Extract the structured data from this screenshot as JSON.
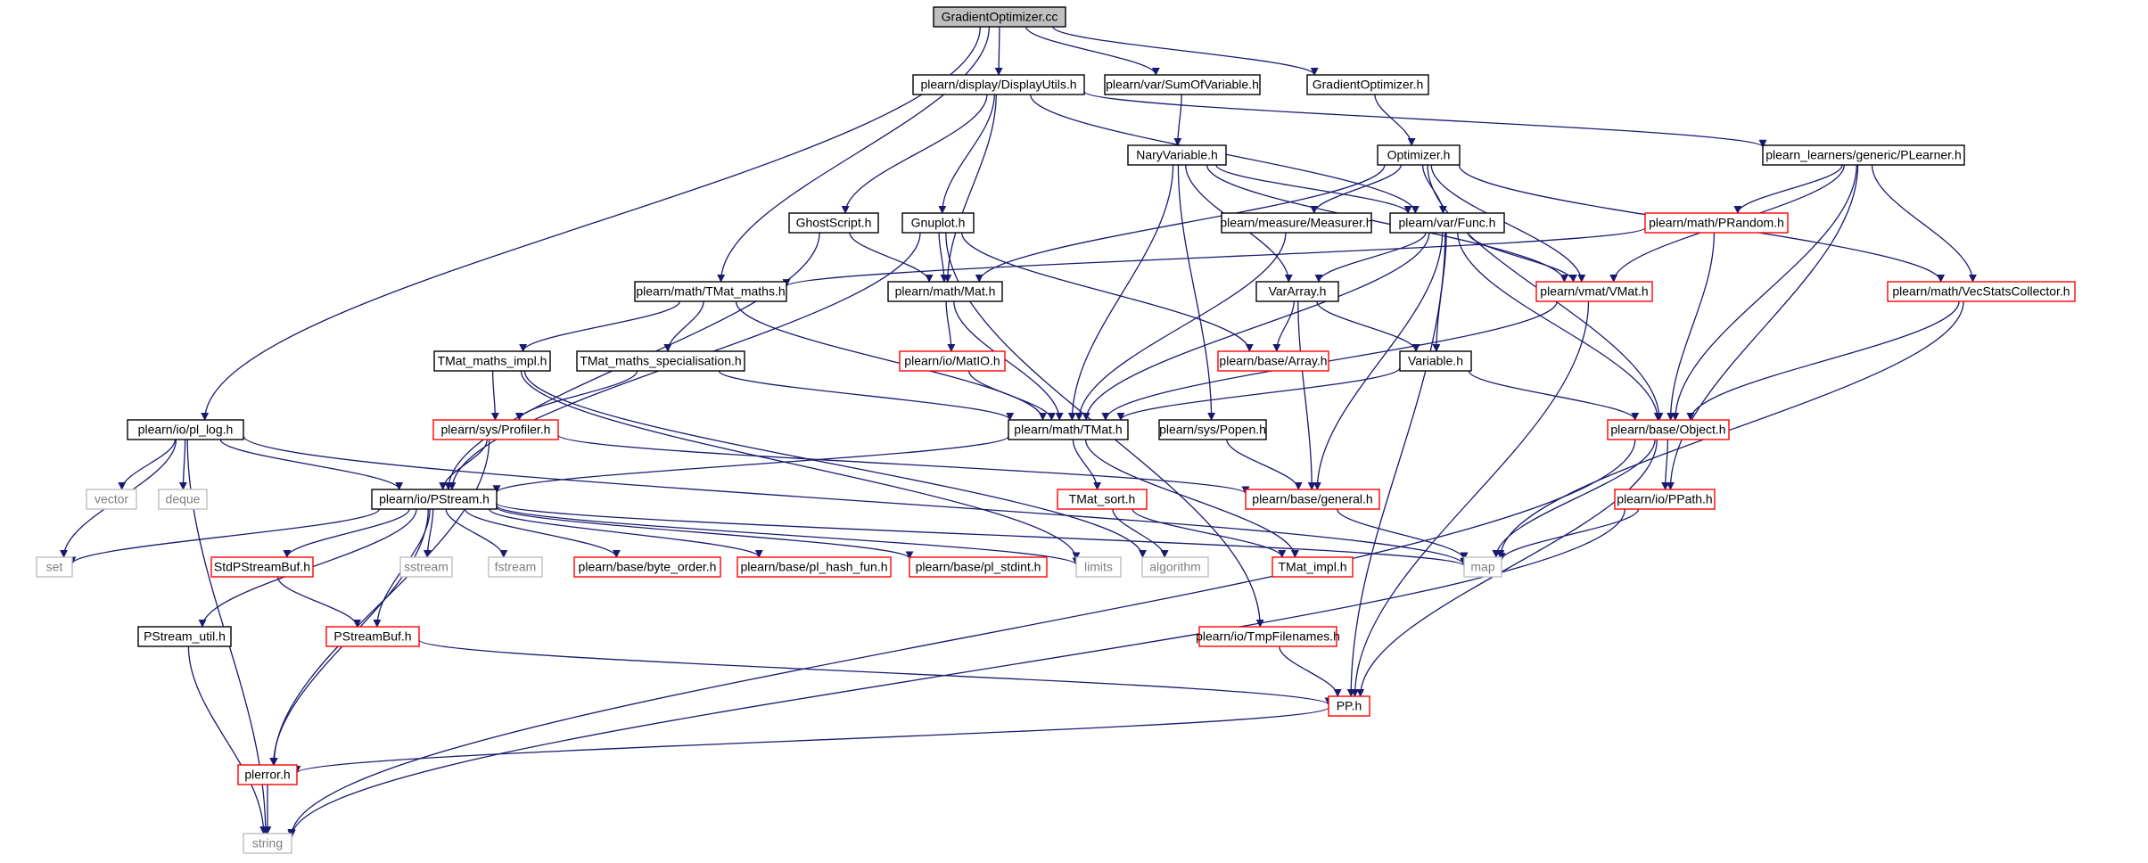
{
  "graph": {
    "colors": {
      "edge": "#191970",
      "normal_border": "#000000",
      "root_fill": "#bfbfbf",
      "truncated_border": "#ff0000",
      "system_border": "#bfbfbf",
      "system_text": "#7f7f7f",
      "text": "#000000"
    },
    "nodes": [
      {
        "id": "gradopt_cc",
        "label": "GradientOptimizer.cc",
        "kind": "root"
      },
      {
        "id": "displayutils",
        "label": "plearn/display/DisplayUtils.h",
        "kind": "normal"
      },
      {
        "id": "sumofvariable",
        "label": "plearn/var/SumOfVariable.h",
        "kind": "normal"
      },
      {
        "id": "gradopt_h",
        "label": "GradientOptimizer.h",
        "kind": "normal"
      },
      {
        "id": "naryvariable",
        "label": "NaryVariable.h",
        "kind": "normal"
      },
      {
        "id": "optimizer",
        "label": "Optimizer.h",
        "kind": "normal"
      },
      {
        "id": "plearner",
        "label": "plearn_learners/generic/PLearner.h",
        "kind": "normal"
      },
      {
        "id": "ghostscript",
        "label": "GhostScript.h",
        "kind": "normal"
      },
      {
        "id": "gnuplot",
        "label": "Gnuplot.h",
        "kind": "normal"
      },
      {
        "id": "measurer",
        "label": "plearn/measure/Measurer.h",
        "kind": "normal"
      },
      {
        "id": "func",
        "label": "plearn/var/Func.h",
        "kind": "normal"
      },
      {
        "id": "prandom",
        "label": "plearn/math/PRandom.h",
        "kind": "truncated"
      },
      {
        "id": "tmat_maths",
        "label": "plearn/math/TMat_maths.h",
        "kind": "normal"
      },
      {
        "id": "mat",
        "label": "plearn/math/Mat.h",
        "kind": "normal"
      },
      {
        "id": "vararray",
        "label": "VarArray.h",
        "kind": "normal"
      },
      {
        "id": "vmat",
        "label": "plearn/vmat/VMat.h",
        "kind": "truncated"
      },
      {
        "id": "vecstats",
        "label": "plearn/math/VecStatsCollector.h",
        "kind": "truncated"
      },
      {
        "id": "tmat_maths_impl",
        "label": "TMat_maths_impl.h",
        "kind": "normal"
      },
      {
        "id": "tmat_maths_spec",
        "label": "TMat_maths_specialisation.h",
        "kind": "normal"
      },
      {
        "id": "matio",
        "label": "plearn/io/MatIO.h",
        "kind": "truncated"
      },
      {
        "id": "array",
        "label": "plearn/base/Array.h",
        "kind": "truncated"
      },
      {
        "id": "variable",
        "label": "Variable.h",
        "kind": "normal"
      },
      {
        "id": "pl_log",
        "label": "plearn/io/pl_log.h",
        "kind": "normal"
      },
      {
        "id": "profiler",
        "label": "plearn/sys/Profiler.h",
        "kind": "truncated"
      },
      {
        "id": "tmat",
        "label": "plearn/math/TMat.h",
        "kind": "normal"
      },
      {
        "id": "popen",
        "label": "plearn/sys/Popen.h",
        "kind": "normal"
      },
      {
        "id": "object",
        "label": "plearn/base/Object.h",
        "kind": "truncated"
      },
      {
        "id": "vector",
        "label": "vector",
        "kind": "system"
      },
      {
        "id": "deque",
        "label": "deque",
        "kind": "system"
      },
      {
        "id": "pstream",
        "label": "plearn/io/PStream.h",
        "kind": "normal"
      },
      {
        "id": "tmat_sort",
        "label": "TMat_sort.h",
        "kind": "truncated"
      },
      {
        "id": "general",
        "label": "plearn/base/general.h",
        "kind": "truncated"
      },
      {
        "id": "ppath",
        "label": "plearn/io/PPath.h",
        "kind": "truncated"
      },
      {
        "id": "set",
        "label": "set",
        "kind": "system"
      },
      {
        "id": "stdpstreambuf",
        "label": "StdPStreamBuf.h",
        "kind": "truncated"
      },
      {
        "id": "sstream",
        "label": "sstream",
        "kind": "system"
      },
      {
        "id": "fstream",
        "label": "fstream",
        "kind": "system"
      },
      {
        "id": "byte_order",
        "label": "plearn/base/byte_order.h",
        "kind": "truncated"
      },
      {
        "id": "pl_hash_fun",
        "label": "plearn/base/pl_hash_fun.h",
        "kind": "truncated"
      },
      {
        "id": "pl_stdint",
        "label": "plearn/base/pl_stdint.h",
        "kind": "truncated"
      },
      {
        "id": "limits",
        "label": "limits",
        "kind": "system"
      },
      {
        "id": "algorithm",
        "label": "algorithm",
        "kind": "system"
      },
      {
        "id": "tmat_impl",
        "label": "TMat_impl.h",
        "kind": "truncated"
      },
      {
        "id": "map",
        "label": "map",
        "kind": "system"
      },
      {
        "id": "pstream_util",
        "label": "PStream_util.h",
        "kind": "normal"
      },
      {
        "id": "pstreambuf",
        "label": "PStreamBuf.h",
        "kind": "truncated"
      },
      {
        "id": "tmpfilenames",
        "label": "plearn/io/TmpFilenames.h",
        "kind": "truncated"
      },
      {
        "id": "pp",
        "label": "PP.h",
        "kind": "truncated"
      },
      {
        "id": "plerror",
        "label": "plerror.h",
        "kind": "truncated"
      },
      {
        "id": "string",
        "label": "string",
        "kind": "system"
      }
    ],
    "edges": [
      [
        "gradopt_cc",
        "displayutils"
      ],
      [
        "gradopt_cc",
        "sumofvariable"
      ],
      [
        "gradopt_cc",
        "gradopt_h"
      ],
      [
        "gradopt_cc",
        "tmat_maths"
      ],
      [
        "gradopt_cc",
        "pl_log"
      ],
      [
        "displayutils",
        "ghostscript"
      ],
      [
        "displayutils",
        "gnuplot"
      ],
      [
        "displayutils",
        "mat"
      ],
      [
        "displayutils",
        "func"
      ],
      [
        "displayutils",
        "plearner"
      ],
      [
        "sumofvariable",
        "naryvariable"
      ],
      [
        "gradopt_h",
        "optimizer"
      ],
      [
        "naryvariable",
        "func"
      ],
      [
        "naryvariable",
        "vararray"
      ],
      [
        "naryvariable",
        "tmat"
      ],
      [
        "naryvariable",
        "popen"
      ],
      [
        "naryvariable",
        "vmat"
      ],
      [
        "optimizer",
        "func"
      ],
      [
        "optimizer",
        "measurer"
      ],
      [
        "optimizer",
        "mat"
      ],
      [
        "optimizer",
        "vmat"
      ],
      [
        "optimizer",
        "object"
      ],
      [
        "optimizer",
        "vecstats"
      ],
      [
        "plearner",
        "prandom"
      ],
      [
        "plearner",
        "vmat"
      ],
      [
        "plearner",
        "vecstats"
      ],
      [
        "plearner",
        "object"
      ],
      [
        "plearner",
        "ppath"
      ],
      [
        "ghostscript",
        "mat"
      ],
      [
        "ghostscript",
        "pstream"
      ],
      [
        "gnuplot",
        "mat"
      ],
      [
        "gnuplot",
        "array"
      ],
      [
        "gnuplot",
        "pstream"
      ],
      [
        "gnuplot",
        "tmpfilenames"
      ],
      [
        "measurer",
        "tmat"
      ],
      [
        "func",
        "vararray"
      ],
      [
        "func",
        "variable"
      ],
      [
        "func",
        "vmat"
      ],
      [
        "func",
        "object"
      ],
      [
        "func",
        "tmat"
      ],
      [
        "func",
        "general"
      ],
      [
        "func",
        "pp"
      ],
      [
        "prandom",
        "tmat_maths"
      ],
      [
        "prandom",
        "object"
      ],
      [
        "tmat_maths",
        "tmat_maths_impl"
      ],
      [
        "tmat_maths",
        "tmat_maths_spec"
      ],
      [
        "tmat_maths",
        "tmat"
      ],
      [
        "mat",
        "matio"
      ],
      [
        "mat",
        "tmat"
      ],
      [
        "vararray",
        "array"
      ],
      [
        "vararray",
        "variable"
      ],
      [
        "vararray",
        "general"
      ],
      [
        "vmat",
        "tmat"
      ],
      [
        "vmat",
        "pp"
      ],
      [
        "vecstats",
        "object"
      ],
      [
        "vecstats",
        "map"
      ],
      [
        "tmat_maths_impl",
        "profiler"
      ],
      [
        "tmat_maths_impl",
        "limits"
      ],
      [
        "tmat_maths_impl",
        "algorithm"
      ],
      [
        "tmat_maths_spec",
        "profiler"
      ],
      [
        "tmat_maths_spec",
        "tmat"
      ],
      [
        "matio",
        "tmat"
      ],
      [
        "variable",
        "tmat"
      ],
      [
        "variable",
        "object"
      ],
      [
        "pl_log",
        "pstream"
      ],
      [
        "pl_log",
        "vector"
      ],
      [
        "pl_log",
        "deque"
      ],
      [
        "pl_log",
        "set"
      ],
      [
        "pl_log",
        "string"
      ],
      [
        "pl_log",
        "map"
      ],
      [
        "profiler",
        "pstream"
      ],
      [
        "profiler",
        "plerror"
      ],
      [
        "profiler",
        "general"
      ],
      [
        "tmat",
        "tmat_sort"
      ],
      [
        "tmat",
        "tmat_impl"
      ],
      [
        "tmat",
        "pstream"
      ],
      [
        "popen",
        "general"
      ],
      [
        "object",
        "ppath"
      ],
      [
        "object",
        "map"
      ],
      [
        "object",
        "pp"
      ],
      [
        "object",
        "string"
      ],
      [
        "pstream",
        "set"
      ],
      [
        "pstream",
        "stdpstreambuf"
      ],
      [
        "pstream",
        "sstream"
      ],
      [
        "pstream",
        "fstream"
      ],
      [
        "pstream",
        "byte_order"
      ],
      [
        "pstream",
        "pl_hash_fun"
      ],
      [
        "pstream",
        "pl_stdint"
      ],
      [
        "pstream",
        "limits"
      ],
      [
        "pstream",
        "map"
      ],
      [
        "pstream",
        "pstream_util"
      ],
      [
        "pstream",
        "pstreambuf"
      ],
      [
        "pstream",
        "plerror"
      ],
      [
        "tmat_sort",
        "algorithm"
      ],
      [
        "tmat_sort",
        "tmat_impl"
      ],
      [
        "general",
        "map"
      ],
      [
        "ppath",
        "map"
      ],
      [
        "ppath",
        "string"
      ],
      [
        "stdpstreambuf",
        "pstreambuf"
      ],
      [
        "pstream_util",
        "string"
      ],
      [
        "pstreambuf",
        "pp"
      ],
      [
        "tmpfilenames",
        "pp"
      ],
      [
        "pp",
        "plerror"
      ],
      [
        "plerror",
        "string"
      ]
    ]
  }
}
